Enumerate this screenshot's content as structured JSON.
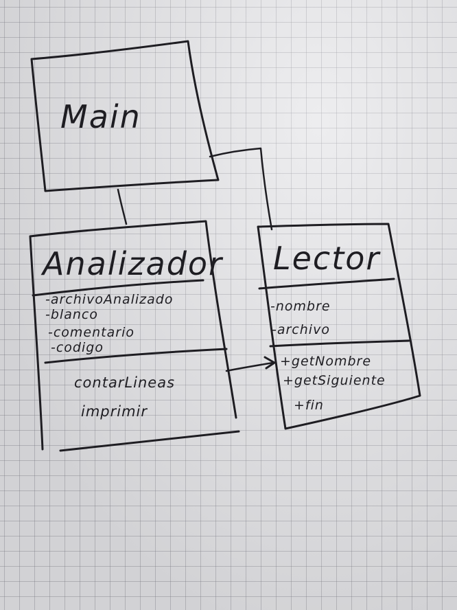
{
  "classes": {
    "main": {
      "name": "Main"
    },
    "analizador": {
      "name": "Analizador",
      "attributes": [
        "-archivoAnalizado",
        "-blanco",
        "-comentario",
        "-codigo"
      ],
      "methods": [
        "contarLineas",
        "imprimir"
      ]
    },
    "lector": {
      "name": "Lector",
      "attributes": [
        "-nombre",
        "-archivo"
      ],
      "methods": [
        "+getNombre",
        "+getSiguiente",
        "+fin"
      ]
    }
  },
  "colors": {
    "ink": "#1e1d22",
    "paper": "#e4e4e7",
    "grid": "#787882"
  }
}
